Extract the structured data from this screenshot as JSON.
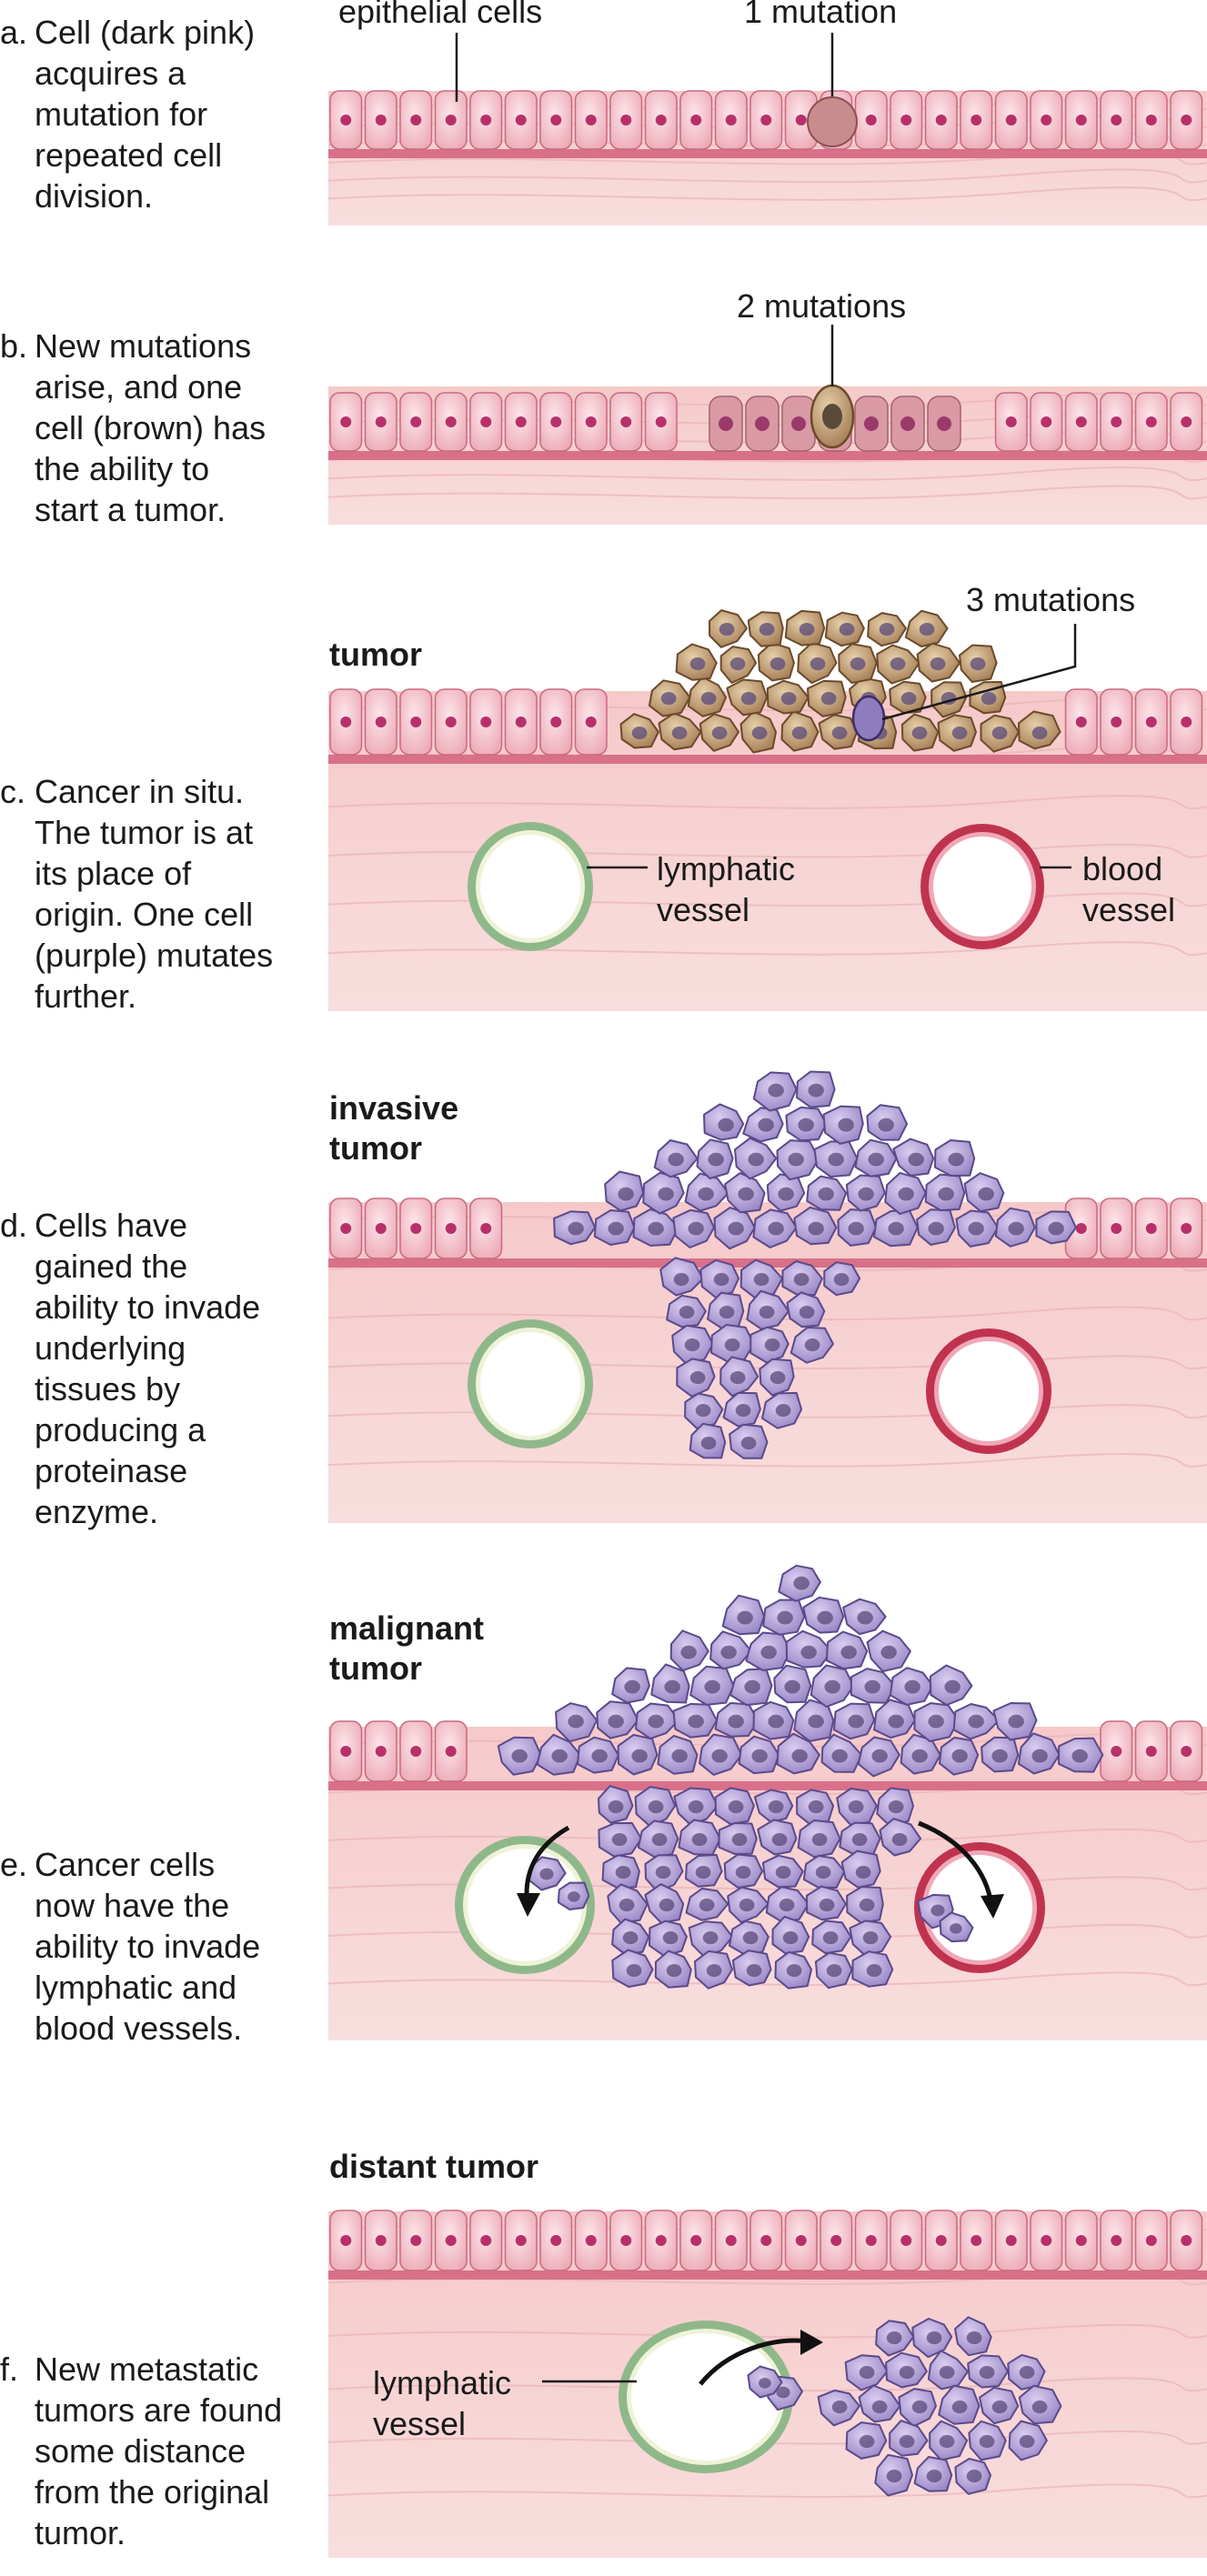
{
  "steps": [
    {
      "letter": "a.",
      "lines": [
        "Cell (dark pink)",
        "acquires a",
        "mutation for",
        "repeated cell",
        "division."
      ]
    },
    {
      "letter": "b.",
      "lines": [
        "New mutations",
        "arise, and one",
        "cell (brown) has",
        "the ability to",
        "start a tumor."
      ]
    },
    {
      "letter": "c.",
      "lines": [
        "Cancer in situ.",
        "The tumor is at",
        "its place of",
        "origin. One cell",
        "(purple) mutates",
        "further."
      ]
    },
    {
      "letter": "d.",
      "lines": [
        "Cells have",
        "gained the",
        "ability to invade",
        "underlying",
        "tissues by",
        "producing a",
        "proteinase",
        "enzyme."
      ]
    },
    {
      "letter": "e.",
      "lines": [
        "Cancer cells",
        "now have the",
        "ability to invade",
        "lymphatic and",
        "blood vessels."
      ]
    },
    {
      "letter": "f.",
      "lines": [
        "New metastatic",
        "tumors are found",
        "some distance",
        "from the original",
        "tumor."
      ]
    }
  ],
  "labels": {
    "epithelial_cells": "epithelial cells",
    "one_mutation": "1 mutation",
    "two_mutations": "2 mutations",
    "three_mutations": "3 mutations",
    "tumor": "tumor",
    "lymphatic_vessel": [
      "lymphatic",
      "vessel"
    ],
    "blood_vessel": [
      "blood",
      "vessel"
    ],
    "invasive_tumor": [
      "invasive",
      "tumor"
    ],
    "malignant_tumor": [
      "malignant",
      "tumor"
    ],
    "distant_tumor": "distant tumor",
    "lymphatic_vessel_f": [
      "lymphatic",
      "vessel"
    ]
  },
  "colors": {
    "epithelium": "#f2b3bf",
    "epithelium_edge": "#c96a80",
    "nucleus": "#b8306a",
    "connective_tissue": "#f5cccc",
    "mutated_pink": "#c98c8c",
    "brown_cell": "#a47a52",
    "purple_cell": "#8f7cbf",
    "lymphatic_wall": "#8fb88a",
    "blood_wall": "#c0334f"
  }
}
